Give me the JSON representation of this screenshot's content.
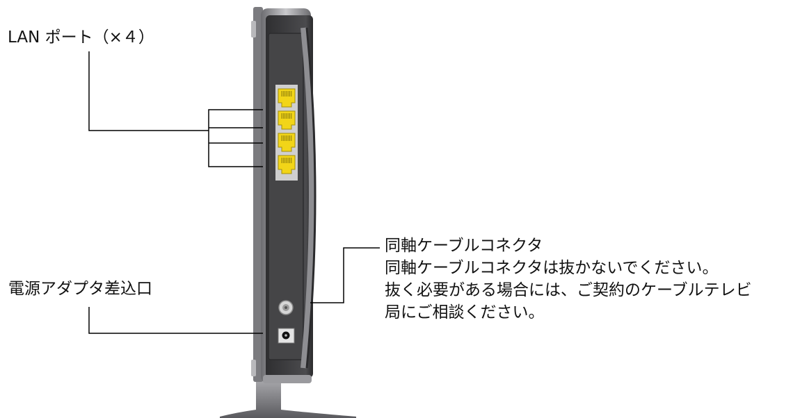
{
  "labels": {
    "lan_ports": "LAN ポート（×４）",
    "power_adapter": "電源アダプタ差込口",
    "coax_title": "同軸ケーブルコネクタ",
    "coax_note_lines": [
      "同軸ケーブルコネクタは抜かないでください。",
      "抜く必要がある場合には、ご契約のケーブルテレビ",
      "局にご相談ください。"
    ]
  },
  "device": {
    "port_count": 4,
    "colors": {
      "body": "#3e3e40",
      "panel": "#4a4a4c",
      "frame": "#8a8a8e",
      "lan_port": "#f2d518",
      "leader_line": "#000000"
    }
  }
}
